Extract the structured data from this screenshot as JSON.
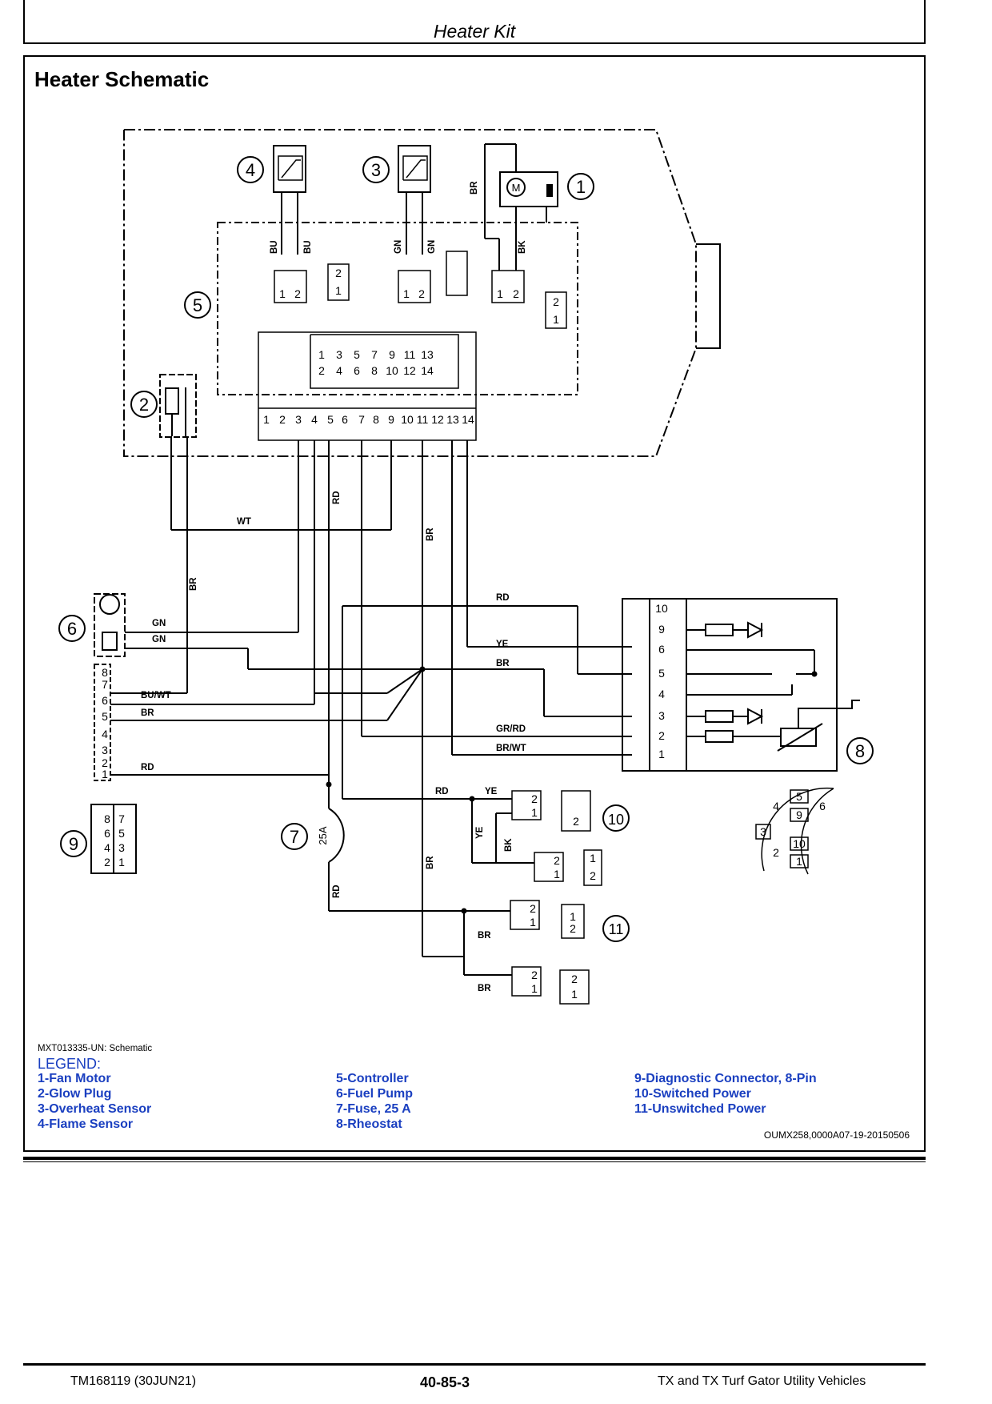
{
  "header": {
    "title": "Heater Kit"
  },
  "section": {
    "title": "Heater Schematic"
  },
  "components": {
    "c1": "1",
    "c2": "2",
    "c3": "3",
    "c4": "4",
    "c5": "5",
    "c6": "6",
    "c7": "7",
    "c8": "8",
    "c9": "9",
    "c10": "10",
    "c11": "11"
  },
  "wires": {
    "br": "BR",
    "bu": "BU",
    "gn": "GN",
    "bk": "BK",
    "wt": "WT",
    "rd": "RD",
    "ye": "YE",
    "bu_wt": "BU/WT",
    "gr_rd": "GR/RD",
    "br_wt": "BR/WT"
  },
  "pins": {
    "p1": "1",
    "p2": "2",
    "p3": "3",
    "p4": "4",
    "p5": "5",
    "p6": "6",
    "p7": "7",
    "p8": "8",
    "p9": "9",
    "p10": "10",
    "p11": "11",
    "p12": "12",
    "p13": "13",
    "p14": "14",
    "motor": "M"
  },
  "fuse": {
    "rating": "25A"
  },
  "caption": {
    "code": "MXT013335-UN: Schematic"
  },
  "legend": {
    "title": "LEGEND:",
    "items": [
      "1-Fan Motor",
      "2-Glow Plug",
      "3-Overheat Sensor",
      "4-Flame Sensor",
      "5-Controller",
      "6-Fuel Pump",
      "7-Fuse, 25 A",
      "8-Rheostat",
      "9-Diagnostic Connector, 8-Pin",
      "10-Switched Power",
      "11-Unswitched Power"
    ]
  },
  "reference": {
    "code": "OUMX258,0000A07-19-20150506"
  },
  "footer": {
    "manual": "TM168119 (30JUN21)",
    "page": "40-85-3",
    "vehicle": "TX and TX Turf Gator Utility Vehicles"
  },
  "colors": {
    "legend": "#1a3fc0",
    "line": "#000000"
  }
}
